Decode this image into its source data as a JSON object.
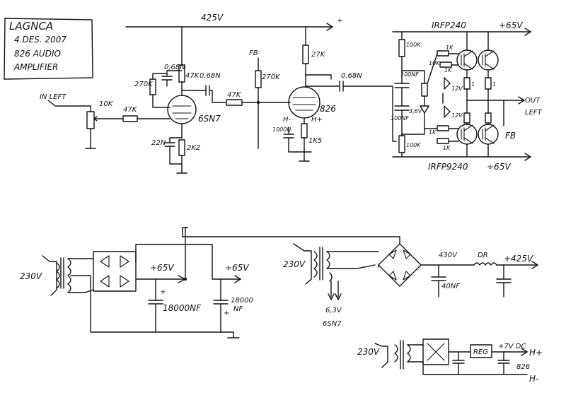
{
  "title_block": {
    "line1": "LAGNCA",
    "line2": "4.DES. 2007",
    "line3": "826 AUDIO",
    "line4": "AMPLIFIER"
  },
  "amp": {
    "b_plus": "425V",
    "plus_sign": "+",
    "input_label": "IN LEFT",
    "pot": "10K",
    "r_in": "47K",
    "r_270k_a": "270K",
    "c_068_a": "0,68N",
    "r_47k_plate": "47K",
    "c_068_b": "0,68N",
    "tube1": "6SN7",
    "c_22n": "22N",
    "r_2k2": "2K2",
    "r_47k_grid": "47K",
    "fb_in": "FB",
    "r_270k_b": "270K",
    "r_27k": "27K",
    "c_068_c": "0,68N",
    "tube2": "826",
    "h_minus": "H-",
    "h_plus": "H+",
    "c_1000n": "1000N",
    "r_1k5": "1K5",
    "r_100k_top": "100K",
    "c_100nf": "100NF",
    "r_10k": "10K",
    "r_1k_a": "1K",
    "r_1k_b": "1K",
    "v_3v6": "3,6V",
    "r_1_a": "1",
    "r_1_b": "1",
    "v_12v_a": "12V",
    "v_12v_b": "12V",
    "c_100nf_b": "100NF",
    "r_100k_bot": "100K",
    "r_1k_c": "1K",
    "r_1k_d": "1K",
    "out_label": "OUT",
    "out_label2": "LEFT",
    "fb_out": "FB",
    "mos_top": "IRFP240",
    "mos_bot": "IRFP9240",
    "v_pos": "+65V",
    "v_neg": "÷65V"
  },
  "psu_main": {
    "v_in": "230V",
    "v_pos": "+65V",
    "v_neg": "÷65V",
    "c1": "18000NF",
    "c2_line1": "18000",
    "c2_line2": "NF",
    "plus_a": "+",
    "plus_b": "+"
  },
  "psu_hv": {
    "v_in": "230V",
    "v_mid": "430V",
    "choke": "DR",
    "v_out": "+425V",
    "cap": "40NF",
    "heater_v": "6,3V",
    "heater_tube": "6SN7"
  },
  "psu_fil": {
    "v_in": "230V",
    "reg": "REG",
    "v_out": "+7V DC",
    "h_plus": "H+",
    "h_minus": "H-",
    "tube": "826"
  }
}
